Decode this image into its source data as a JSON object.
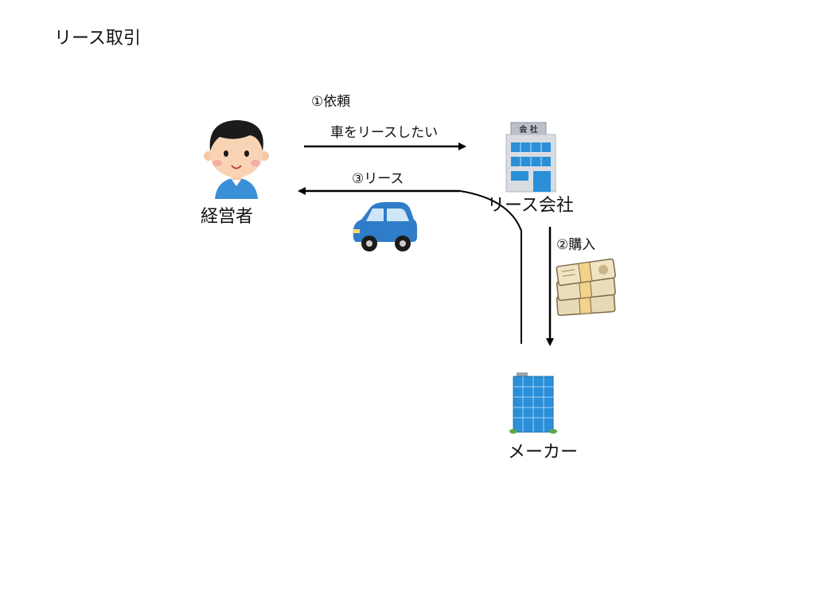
{
  "slide": {
    "title": "リース取引"
  },
  "entities": {
    "manager": {
      "label": "経営者",
      "icon": "businessman-icon"
    },
    "lease_company": {
      "label": "リース会社",
      "sign": "会 社",
      "icon": "office-building-icon"
    },
    "maker": {
      "label": "メーカー",
      "icon": "skyscraper-icon"
    }
  },
  "flows": {
    "request": {
      "label": "①依頼",
      "note": "車をリースしたい"
    },
    "purchase": {
      "label": "②購入",
      "icon": "money-bundle-icon"
    },
    "lease": {
      "label": "③リース",
      "icon": "car-icon"
    }
  },
  "colors": {
    "arrow": "#000000",
    "shirt": "#3b8fd6",
    "car": "#2f7cc8",
    "building_glass": "#2b8fd8",
    "building_wall": "#d9dde2",
    "money_band": "#f3d28a"
  }
}
